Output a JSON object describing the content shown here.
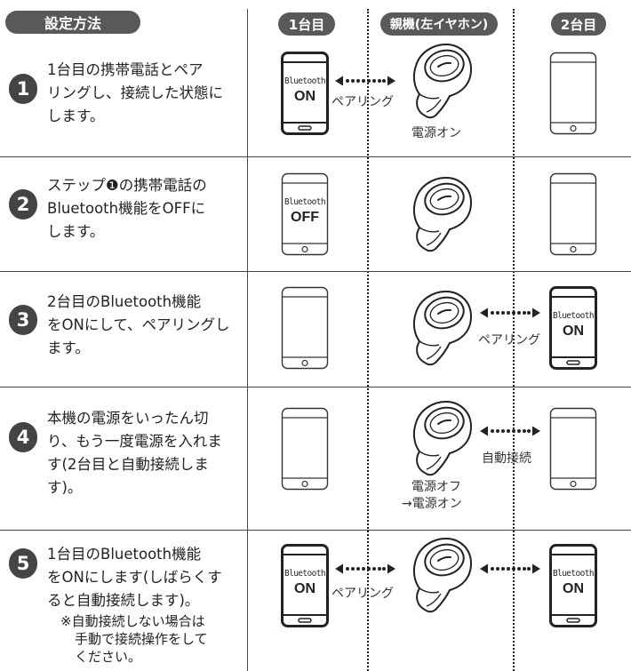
{
  "header": {
    "title": "設定方法",
    "col1": "1台目",
    "col2": "親機(左イヤホン)",
    "col3": "2台目"
  },
  "steps": [
    {
      "num": "1",
      "lines": [
        "1台目の携帯電話とペア",
        "リングし、接続した状態に",
        "します。"
      ]
    },
    {
      "num": "2",
      "lines": [
        "ステップ❶の携帯電話の",
        "Bluetooth機能をOFFに",
        "します。"
      ]
    },
    {
      "num": "3",
      "lines": [
        "2台目のBluetooth機能",
        "をONにして、ペアリングし",
        "ます。"
      ]
    },
    {
      "num": "4",
      "lines": [
        "本機の電源をいったん切",
        "り、もう一度電源を入れま",
        "す(2台目と自動接続しま",
        "す)。"
      ]
    },
    {
      "num": "5",
      "lines": [
        "1台目のBluetooth機能",
        "をONにします(しばらくす",
        "ると自動接続します)。"
      ],
      "note": [
        "※自動接続しない場合は",
        "手動で接続操作をして",
        "ください。"
      ]
    }
  ],
  "labels": {
    "bluetooth": "Bluetooth",
    "on": "ON",
    "off": "OFF",
    "pairing": "ペアリング",
    "power_on": "電源オン",
    "power_off": "電源オフ",
    "arrow_power_on": "→電源オン",
    "auto_connect": "自動接続"
  },
  "colors": {
    "pill": "#595959",
    "line": "#444444",
    "text": "#222222"
  },
  "icons": [
    "phone-icon",
    "earbud-icon",
    "double-arrow-icon"
  ]
}
